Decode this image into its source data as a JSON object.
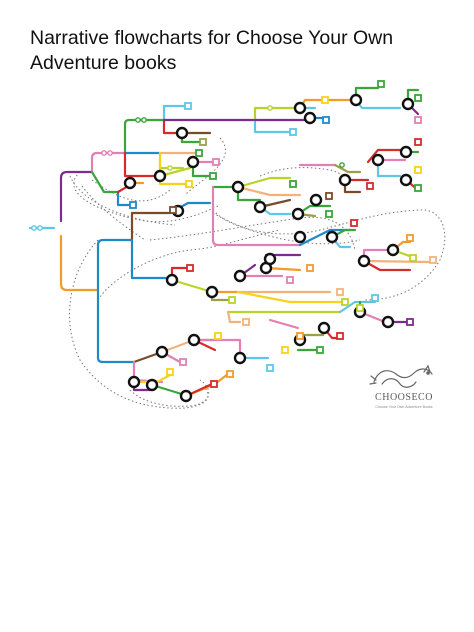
{
  "title": "Narrative flowcharts for Choose Your Own Adventure books",
  "logo": {
    "text": "CHOOSECO",
    "tagline": "Choose Your Own Adventure Books",
    "icon": "dragon-icon"
  },
  "colors": {
    "purple": "#7b2d8e",
    "orange": "#f39a2b",
    "blue": "#1f8ac9",
    "green": "#3aa53a",
    "red": "#d62b2b",
    "pink": "#e27fb4",
    "lime": "#b7d42b",
    "cyan": "#5fc7e6",
    "yellow": "#f5d31a",
    "brown": "#7a4a2a",
    "peach": "#f3b27a",
    "olive": "#9aa04a",
    "gray": "#888888"
  }
}
